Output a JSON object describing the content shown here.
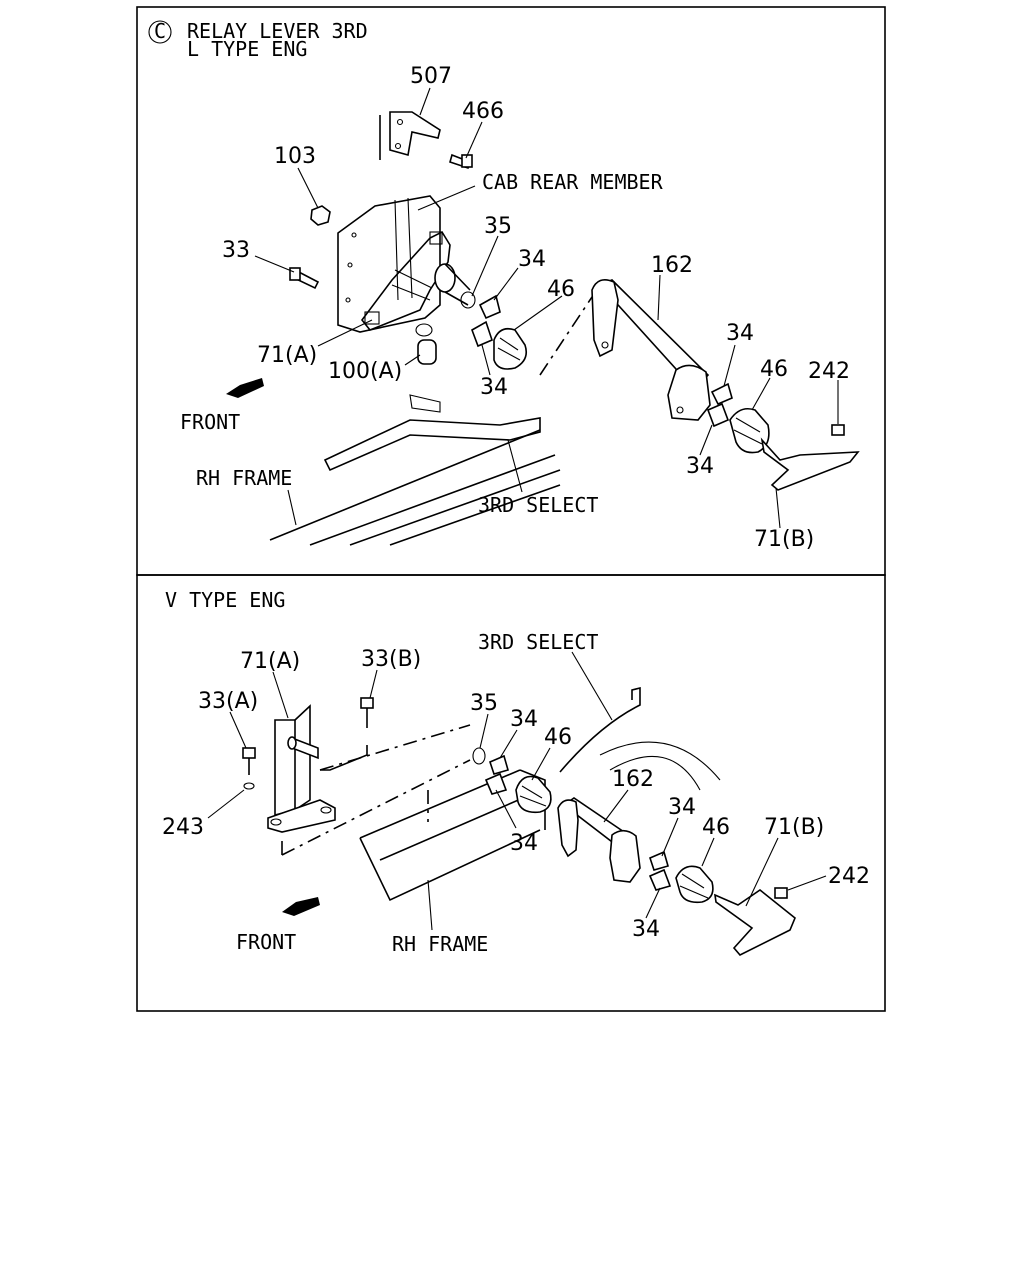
{
  "panel_top": {
    "symbol": "C",
    "title_line1": "RELAY LEVER 3RD",
    "title_line2": "L TYPE ENG",
    "callouts": {
      "p507": "507",
      "p466": "466",
      "p103": "103",
      "cab_rear_member": "CAB REAR MEMBER",
      "p35": "35",
      "p34_a": "34",
      "p33": "33",
      "p46_a": "46",
      "p162": "162",
      "p71a": "71(A)",
      "p100a": "100(A)",
      "p34_b": "34",
      "p34_c": "34",
      "p46_b": "46",
      "p242": "242",
      "front": "FRONT",
      "p34_d": "34",
      "rh_frame": "RH FRAME",
      "third_select": "3RD SELECT",
      "p71b": "71(B)"
    }
  },
  "panel_bottom": {
    "title": "V TYPE ENG",
    "callouts": {
      "third_select": "3RD SELECT",
      "p71a": "71(A)",
      "p33b": "33(B)",
      "p33a": "33(A)",
      "p35": "35",
      "p34_a": "34",
      "p46_a": "46",
      "p162": "162",
      "p243": "243",
      "p34_b": "34",
      "p34_c": "34",
      "p46_b": "46",
      "p71b": "71(B)",
      "p242": "242",
      "front": "FRONT",
      "rh_frame": "RH FRAME",
      "p34_d": "34"
    }
  }
}
